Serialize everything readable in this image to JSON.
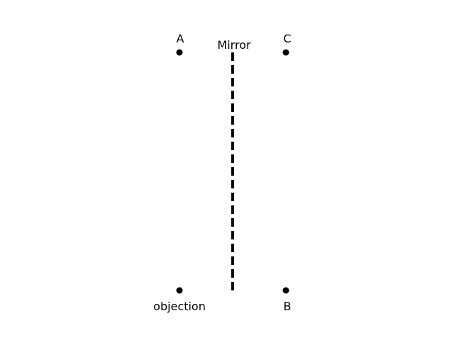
{
  "diagram": {
    "mirror_label": "Mirror",
    "points": {
      "a": "A",
      "c": "C",
      "object": "objection",
      "b": "B"
    }
  },
  "colors": {
    "ink": "#000000",
    "background": "#ffffff"
  }
}
